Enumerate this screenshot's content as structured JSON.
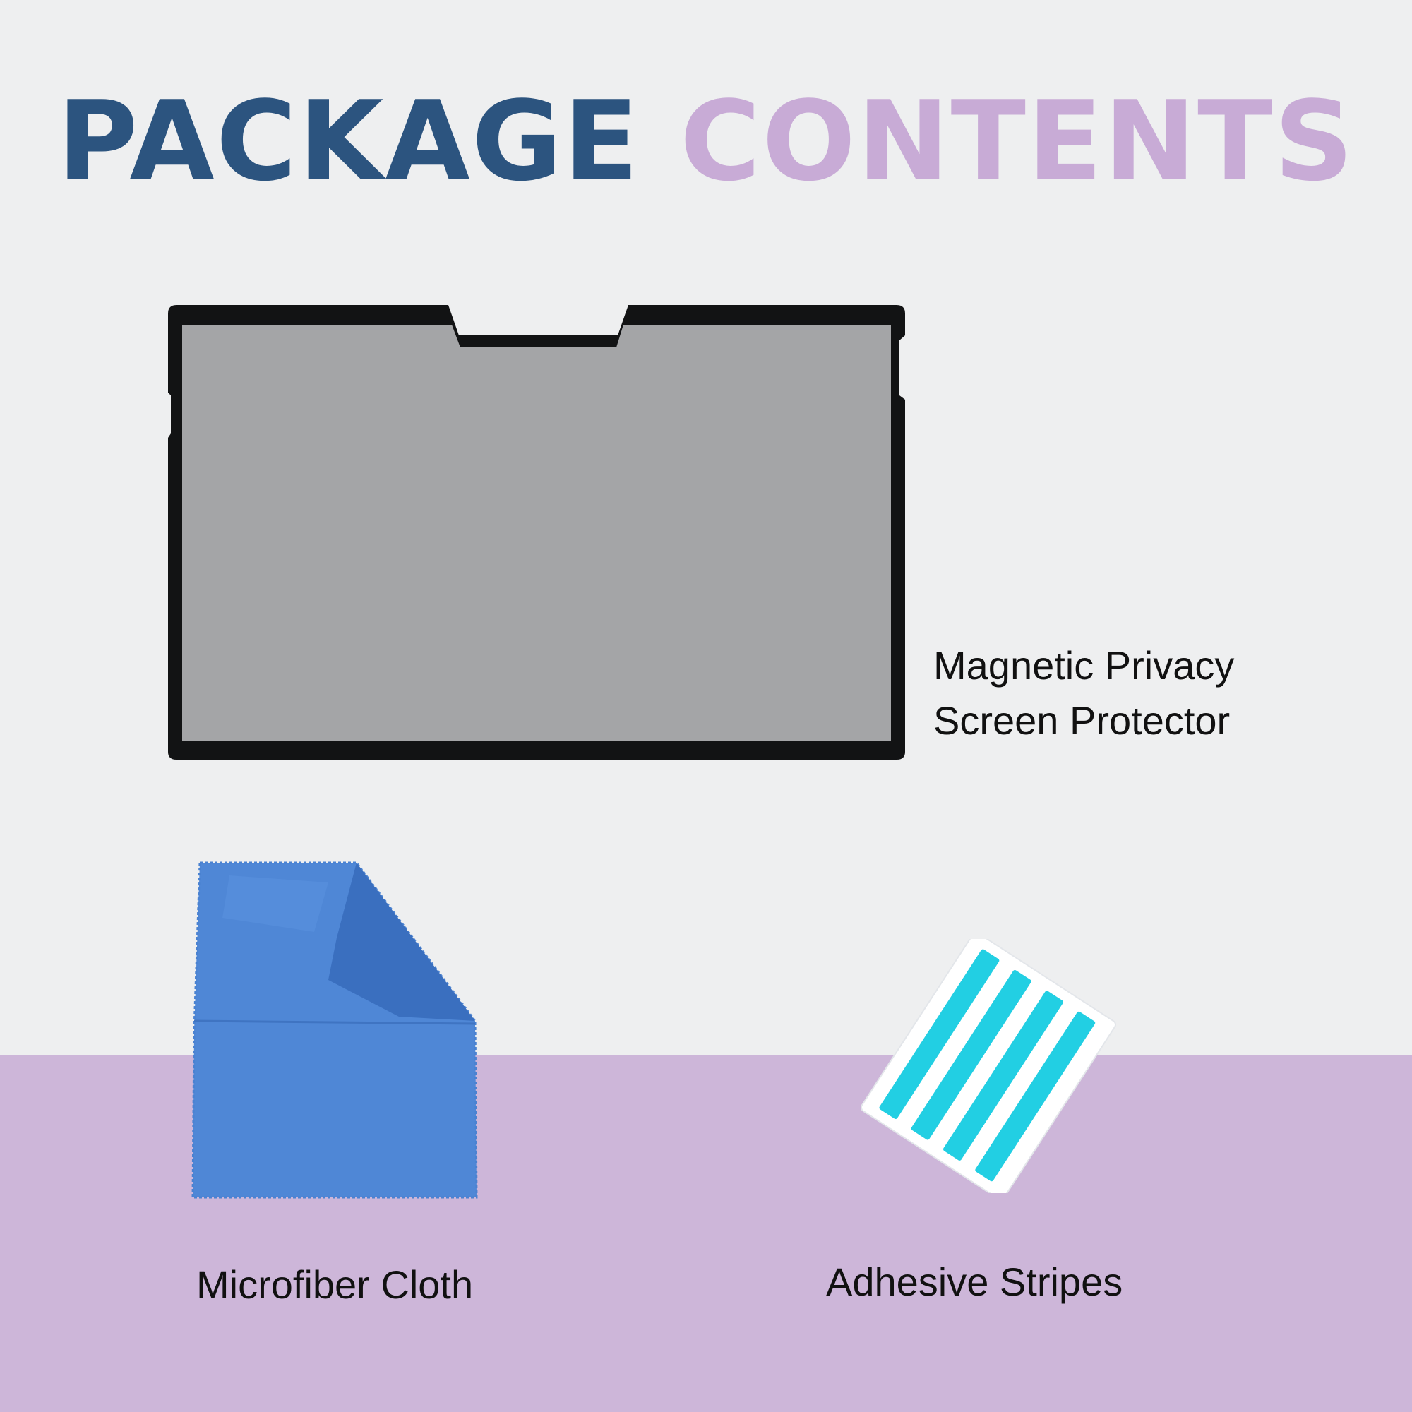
{
  "title": {
    "word1": "PACKAGE",
    "word2": "CONTENTS"
  },
  "items": [
    {
      "label_line1": "Magnetic Privacy",
      "label_line2": "Screen Protector"
    },
    {
      "label": "Microfiber Cloth"
    },
    {
      "label": "Adhesive Stripes"
    }
  ],
  "colors": {
    "background": "#eeeff0",
    "band": "#cdb6d9",
    "title_primary": "#2c547f",
    "title_accent": "#c8abd6",
    "protector_frame": "#121314",
    "protector_screen": "#a4a5a7",
    "cloth": "#4f87d6",
    "stripe": "#22cfe3"
  }
}
